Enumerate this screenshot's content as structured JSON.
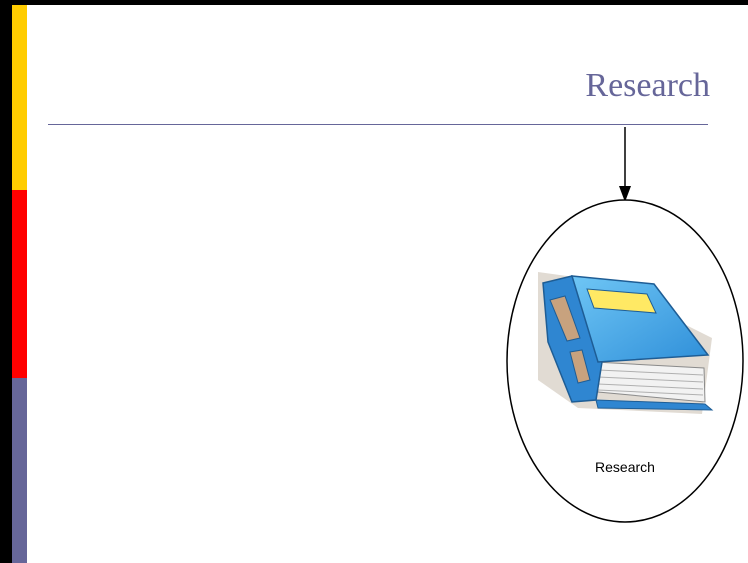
{
  "slide": {
    "title": "Research"
  },
  "accent_bars": {
    "yellow": "#ffcc00",
    "red": "#ff0000",
    "blue": "#666699"
  },
  "diagram": {
    "arrow": {
      "direction": "down"
    },
    "node": {
      "icon": "book-icon",
      "label": "Research"
    }
  }
}
